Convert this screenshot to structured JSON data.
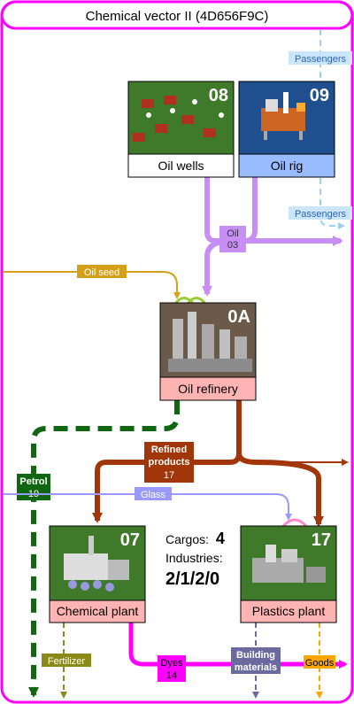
{
  "title": "Chemical vector II (4D656F9C)",
  "industries": {
    "oil_wells": {
      "id": "08",
      "name": "Oil wells"
    },
    "oil_rig": {
      "id": "09",
      "name": "Oil rig"
    },
    "oil_refinery": {
      "id": "0A",
      "name": "Oil refinery"
    },
    "chemical_plant": {
      "id": "07",
      "name": "Chemical plant"
    },
    "plastics_plant": {
      "id": "17",
      "name": "Plastics plant"
    }
  },
  "cargos": {
    "passengers_top": "Passengers",
    "passengers_mid": "Passengers",
    "oil_name": "Oil",
    "oil_id": "03",
    "oil_seed": "Oil seed",
    "refined_line1": "Refined",
    "refined_line2": "products",
    "refined_id": "17",
    "petrol_name": "Petrol",
    "petrol_id": "19",
    "glass": "Glass",
    "fertilizer": "Fertilizer",
    "dyes_name": "Dyes",
    "dyes_id": "14",
    "building_line1": "Building",
    "building_line2": "materials",
    "goods": "Goods"
  },
  "stats": {
    "cargos_label": "Cargos:",
    "cargos_value": "4",
    "industries_label": "Industries:",
    "industries_value": "2/1/2/0"
  },
  "colors": {
    "frame": "#ff00ff",
    "passengers": "#9ad0f5",
    "oil": "#c78ff5",
    "oil_seed": "#d4a017",
    "refined": "#a0360a",
    "petrol": "#116611",
    "glass": "#9999ff",
    "fertilizer": "#8a8a1a",
    "dyes": "#ff00ff",
    "building": "#6a6aa0",
    "goods": "#ffa500",
    "name_plate_secondary": "#ffffff",
    "name_plate_primary": "#99bbff",
    "name_plate_refinery": "#ffb3b3"
  }
}
